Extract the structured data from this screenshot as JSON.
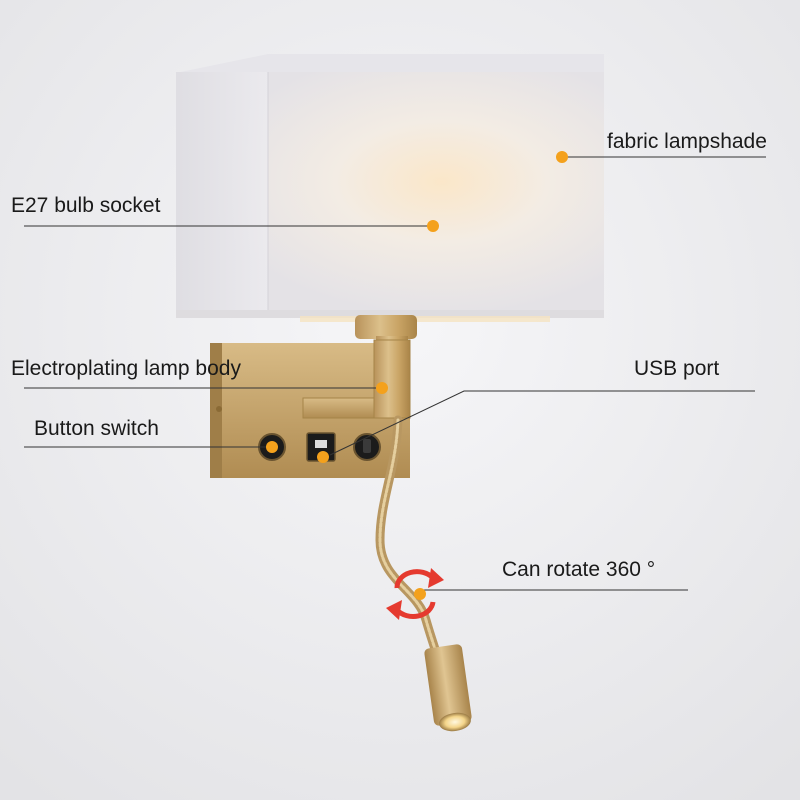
{
  "labels": {
    "fabric_lampshade": "fabric lampshade",
    "bulb_socket": "E27 bulb socket",
    "lamp_body": "Electroplating lamp body",
    "usb_port": "USB port",
    "button_switch": "Button switch",
    "rotate": "Can rotate 360 °"
  },
  "colors": {
    "background": "#ececee",
    "marker": "#f4a11c",
    "brass": "#c9a465",
    "shade": "#f2efec",
    "arrow": "#e53a2f",
    "leader_line": "#333333"
  }
}
